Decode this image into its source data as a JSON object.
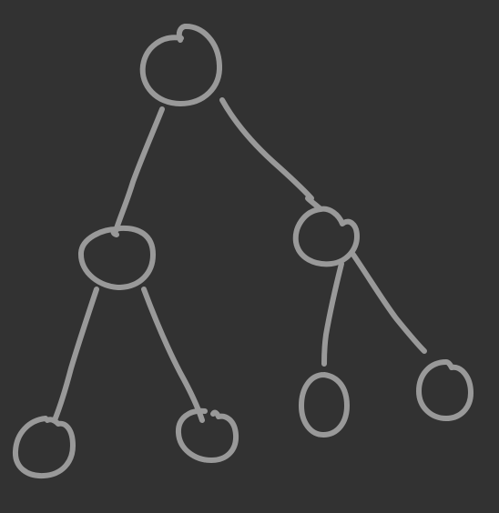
{
  "diagram": {
    "kind": "tree",
    "style": "hand-drawn sketch",
    "colors": {
      "background": "#323232",
      "stroke": "#999999"
    },
    "nodes": [
      {
        "id": "root",
        "shape": "circle"
      },
      {
        "id": "left-child",
        "shape": "circle",
        "parent": "root"
      },
      {
        "id": "right-child",
        "shape": "circle",
        "parent": "root"
      },
      {
        "id": "left-left-leaf",
        "shape": "circle",
        "parent": "left-child"
      },
      {
        "id": "left-right-leaf",
        "shape": "circle",
        "parent": "left-child"
      },
      {
        "id": "right-left-leaf",
        "shape": "circle",
        "parent": "right-child"
      },
      {
        "id": "right-right-leaf",
        "shape": "circle",
        "parent": "right-child"
      }
    ]
  }
}
